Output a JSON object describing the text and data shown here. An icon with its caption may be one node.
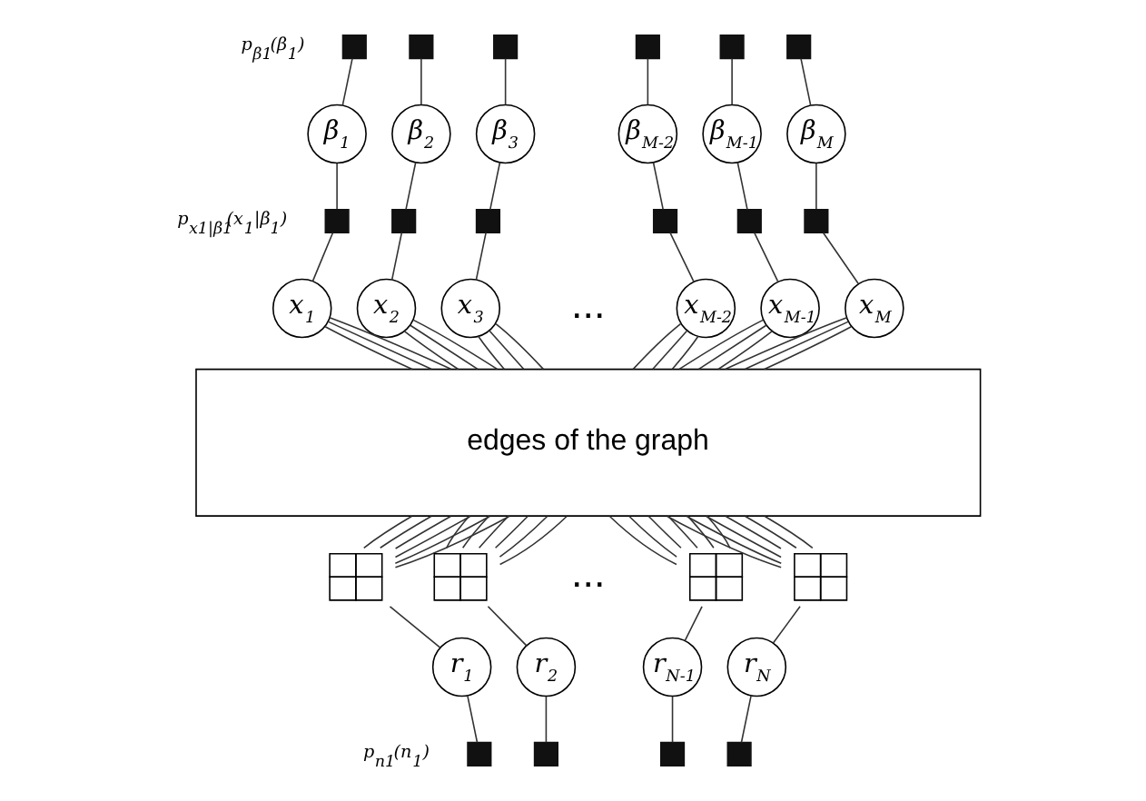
{
  "diagram": {
    "nodes": [
      {
        "text": [],
        "shape": "box",
        "beside": [
          "p$_{β1}$(β$_{1}$)"
        ]
      },
      {
        "text": [],
        "shape": "box"
      },
      {
        "text": [],
        "shape": "box"
      },
      {
        "text": [],
        "shape": "box"
      },
      {
        "text": [],
        "shape": "box"
      },
      {
        "text": [],
        "shape": "box"
      },
      {
        "text": [
          "β$_{1}$"
        ]
      },
      {
        "text": [
          "β$_{2}$"
        ]
      },
      {
        "text": [
          "β$_{3}$"
        ]
      },
      {
        "text": [
          "β$_{M-2}$"
        ]
      },
      {
        "text": [
          "β$_{M-1}$"
        ]
      },
      {
        "text": [
          "β$_{M}$"
        ]
      },
      {
        "text": [],
        "shape": "box",
        "beside": [
          "p$_{x1|β1}$(x$_{1}$|β$_{1}$)"
        ]
      },
      {
        "text": [],
        "shape": "box"
      },
      {
        "text": [],
        "shape": "box"
      },
      {
        "text": [],
        "shape": "box"
      },
      {
        "text": [],
        "shape": "box"
      },
      {
        "text": [],
        "shape": "box"
      },
      {
        "text": [
          "x$_{1}$"
        ]
      },
      {
        "text": [
          "x$_{2}$"
        ]
      },
      {
        "text": [
          "x$_{3}$"
        ]
      },
      {
        "text": [
          "x$_{M-2}$"
        ]
      },
      {
        "text": [
          "x$_{M-1}$"
        ]
      },
      {
        "text": [
          "x$_{M}$"
        ]
      },
      {
        "text": [
          "edges of the graph"
        ]
      },
      {
        "text": [],
        "shape": "grid"
      },
      {
        "text": [],
        "shape": "grid"
      },
      {
        "text": [],
        "shape": "grid"
      },
      {
        "text": [],
        "shape": "grid"
      },
      {
        "text": [
          "r$_{1}$"
        ]
      },
      {
        "text": [
          "r$_{2}$"
        ]
      },
      {
        "text": [
          "r$_{N-1}$"
        ]
      },
      {
        "text": [
          "r$_{N}$"
        ]
      },
      {
        "text": [],
        "shape": "box",
        "beside": [
          "p$_{n1}$(n$_{1}$)"
        ]
      },
      {
        "text": [],
        "shape": "box"
      },
      {
        "text": [],
        "shape": "box"
      },
      {
        "text": [],
        "shape": "box"
      }
    ],
    "edges": [
      {
        "from": 0,
        "to": 6,
        "arrow": "none"
      },
      {
        "from": 1,
        "to": 7,
        "arrow": "none"
      },
      {
        "from": 2,
        "to": 8,
        "arrow": "none"
      },
      {
        "from": 3,
        "to": 9,
        "arrow": "none"
      },
      {
        "from": 4,
        "to": 10,
        "arrow": "none"
      },
      {
        "from": 5,
        "to": 11,
        "arrow": "none"
      },
      {
        "from": 6,
        "to": 12,
        "arrow": "none"
      },
      {
        "from": 7,
        "to": 13,
        "arrow": "none"
      },
      {
        "from": 8,
        "to": 14,
        "arrow": "none"
      },
      {
        "from": 9,
        "to": 15,
        "arrow": "none"
      },
      {
        "from": 10,
        "to": 16,
        "arrow": "none"
      },
      {
        "from": 11,
        "to": 17,
        "arrow": "none"
      },
      {
        "from": 12,
        "to": 18,
        "arrow": "none"
      },
      {
        "from": 13,
        "to": 19,
        "arrow": "none"
      },
      {
        "from": 14,
        "to": 20,
        "arrow": "none"
      },
      {
        "from": 15,
        "to": 21,
        "arrow": "none"
      },
      {
        "from": 16,
        "to": 22,
        "arrow": "none"
      },
      {
        "from": 17,
        "to": 23,
        "arrow": "none"
      },
      {
        "from": 18,
        "to": 24,
        "arrow": "none"
      },
      {
        "from": 18,
        "to": 24,
        "arrow": "none"
      },
      {
        "from": 18,
        "to": 24,
        "arrow": "none"
      },
      {
        "from": 19,
        "to": 24,
        "arrow": "none"
      },
      {
        "from": 19,
        "to": 24,
        "arrow": "none"
      },
      {
        "from": 19,
        "to": 24,
        "arrow": "none"
      },
      {
        "from": 20,
        "to": 24,
        "arrow": "none"
      },
      {
        "from": 20,
        "to": 24,
        "arrow": "none"
      },
      {
        "from": 20,
        "to": 24,
        "arrow": "none"
      },
      {
        "from": 21,
        "to": 24,
        "arrow": "none"
      },
      {
        "from": 21,
        "to": 24,
        "arrow": "none"
      },
      {
        "from": 21,
        "to": 24,
        "arrow": "none"
      },
      {
        "from": 22,
        "to": 24,
        "arrow": "none"
      },
      {
        "from": 22,
        "to": 24,
        "arrow": "none"
      },
      {
        "from": 22,
        "to": 24,
        "arrow": "none"
      },
      {
        "from": 23,
        "to": 24,
        "arrow": "none"
      },
      {
        "from": 23,
        "to": 24,
        "arrow": "none"
      },
      {
        "from": 23,
        "to": 24,
        "arrow": "none"
      },
      {
        "from": 24,
        "to": 25,
        "arrow": "none"
      },
      {
        "from": 24,
        "to": 25,
        "arrow": "none"
      },
      {
        "from": 24,
        "to": 25,
        "arrow": "none"
      },
      {
        "from": 24,
        "to": 25,
        "arrow": "none"
      },
      {
        "from": 24,
        "to": 25,
        "arrow": "none"
      },
      {
        "from": 24,
        "to": 25,
        "arrow": "none"
      },
      {
        "from": 24,
        "to": 26,
        "arrow": "none"
      },
      {
        "from": 24,
        "to": 26,
        "arrow": "none"
      },
      {
        "from": 24,
        "to": 26,
        "arrow": "none"
      },
      {
        "from": 24,
        "to": 26,
        "arrow": "none"
      },
      {
        "from": 24,
        "to": 26,
        "arrow": "none"
      },
      {
        "from": 24,
        "to": 26,
        "arrow": "none"
      },
      {
        "from": 24,
        "to": 27,
        "arrow": "none"
      },
      {
        "from": 24,
        "to": 27,
        "arrow": "none"
      },
      {
        "from": 24,
        "to": 27,
        "arrow": "none"
      },
      {
        "from": 24,
        "to": 27,
        "arrow": "none"
      },
      {
        "from": 24,
        "to": 27,
        "arrow": "none"
      },
      {
        "from": 24,
        "to": 27,
        "arrow": "none"
      },
      {
        "from": 24,
        "to": 28,
        "arrow": "none"
      },
      {
        "from": 24,
        "to": 28,
        "arrow": "none"
      },
      {
        "from": 24,
        "to": 28,
        "arrow": "none"
      },
      {
        "from": 24,
        "to": 28,
        "arrow": "none"
      },
      {
        "from": 24,
        "to": 28,
        "arrow": "none"
      },
      {
        "from": 24,
        "to": 28,
        "arrow": "none"
      },
      {
        "from": 25,
        "to": 29,
        "arrow": "none"
      },
      {
        "from": 26,
        "to": 30,
        "arrow": "none"
      },
      {
        "from": 27,
        "to": 31,
        "arrow": "none"
      },
      {
        "from": 28,
        "to": 32,
        "arrow": "none"
      },
      {
        "from": 29,
        "to": 33,
        "arrow": "none"
      },
      {
        "from": 30,
        "to": 34,
        "arrow": "none"
      },
      {
        "from": 31,
        "to": 35,
        "arrow": "none"
      },
      {
        "from": 32,
        "to": 36,
        "arrow": "none"
      }
    ],
    "labels": [
      "...",
      "..."
    ]
  }
}
